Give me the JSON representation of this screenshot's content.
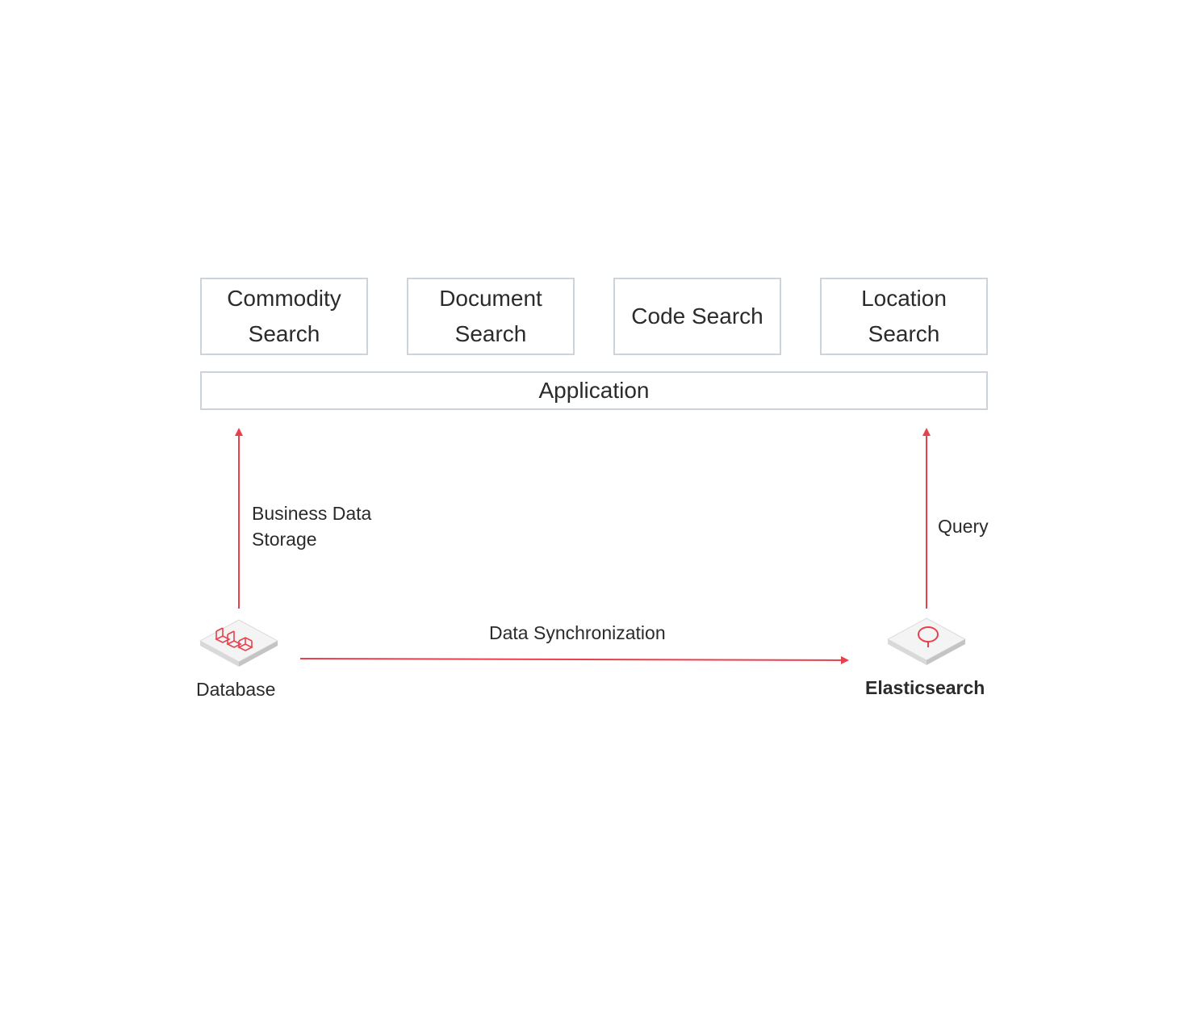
{
  "search_boxes": [
    {
      "label": "Commodity Search"
    },
    {
      "label": "Document Search"
    },
    {
      "label": "Code Search"
    },
    {
      "label": "Location Search"
    }
  ],
  "application": {
    "label": "Application"
  },
  "edges": {
    "business_data_storage": "Business Data\nStorage",
    "query": "Query",
    "data_sync": "Data Synchronization"
  },
  "nodes": {
    "database": {
      "label": "Database",
      "icon": "database-chart-icon"
    },
    "elasticsearch": {
      "label": "Elasticsearch",
      "icon": "search-magnifier-icon"
    }
  },
  "colors": {
    "accent": "#e8414d",
    "box_border": "#ccd3dc",
    "text": "#2b2b2b"
  }
}
